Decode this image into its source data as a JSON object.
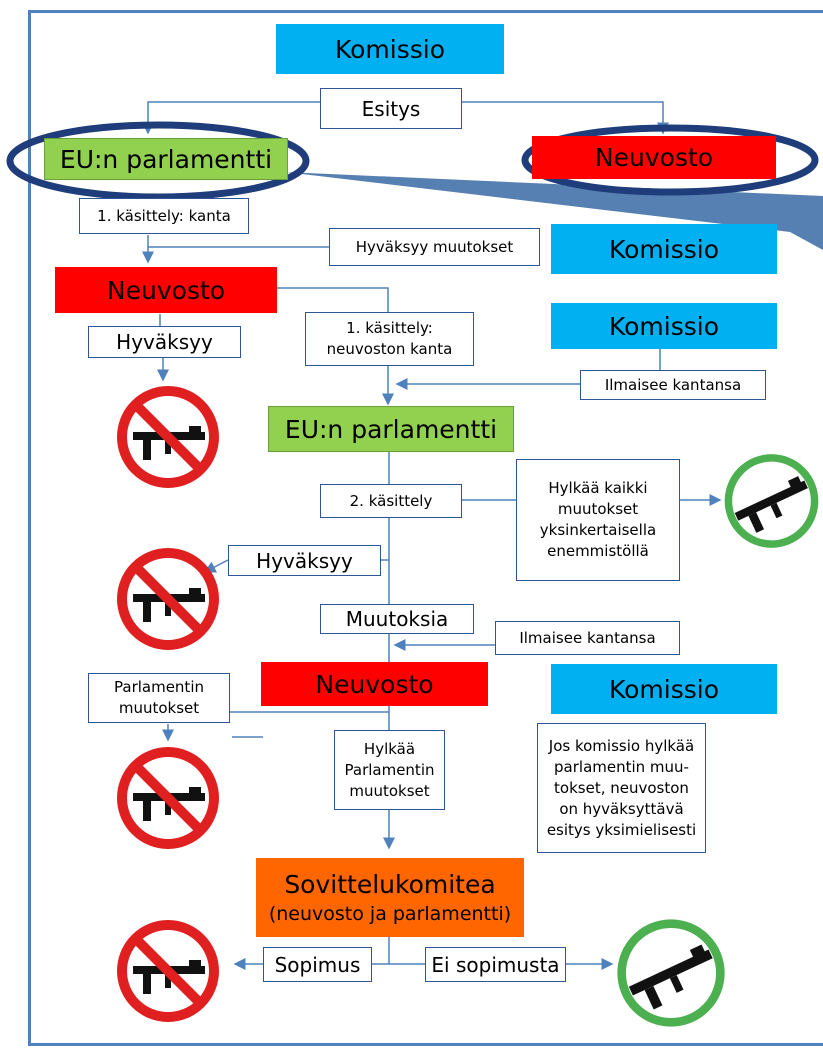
{
  "nodes": {
    "komissio_top": "Komissio",
    "esitys": "Esitys",
    "parliament_1": "EU:n parlamentti",
    "neuvosto_top": "Neuvosto",
    "kasittely_kanta": "1. käsittely: kanta",
    "hyvaksyy_muutokset": "Hyväksyy muutokset",
    "komissio_2": "Komissio",
    "neuvosto_2": "Neuvosto",
    "hyvaksyy_1": "Hyväksyy",
    "kasittely_neuvosto_l1": "1. käsittely:",
    "kasittely_neuvosto_l2": "neuvoston kanta",
    "komissio_3": "Komissio",
    "ilmaisee_1": "Ilmaisee kantansa",
    "parliament_2": "EU:n parlamentti",
    "kasittely_2": "2. käsittely",
    "hylkaa_kaikki_l1": "Hylkää kaikki",
    "hylkaa_kaikki_l2": "muutokset",
    "hylkaa_kaikki_l3": "yksinkertaisella",
    "hylkaa_kaikki_l4": "enemmistöllä",
    "hyvaksyy_2": "Hyväksyy",
    "muutoksia": "Muutoksia",
    "ilmaisee_2": "Ilmaisee kantansa",
    "parlamentin_muutokset_l1": "Parlamentin",
    "parlamentin_muutokset_l2": "muutokset",
    "neuvosto_3": "Neuvosto",
    "komissio_4": "Komissio",
    "hylkaa_parl_l1": "Hylkää",
    "hylkaa_parl_l2": "Parlamentin",
    "hylkaa_parl_l3": "muutokset",
    "jos_komissio_l1": "Jos komissio hylkää",
    "jos_komissio_l2": "parlamentin muu-",
    "jos_komissio_l3": "tokset, neuvoston",
    "jos_komissio_l4": "on hyväksyttävä",
    "jos_komissio_l5": "esitys yksimielisesti",
    "sovittelukomitea_l1": "Sovittelukomitea",
    "sovittelukomitea_l2": "(neuvosto ja parlamentti)",
    "sopimus": "Sopimus",
    "ei_sopimusta": "Ei sopimusta"
  },
  "colors": {
    "commission": "#00b0f0",
    "council": "#ff0000",
    "parliament": "#92d050",
    "conciliation": "#ff6600",
    "border": "#2f5597",
    "ban": "#e02020",
    "allow": "#4caf50"
  },
  "icons": {
    "banned": "no-rifle-icon",
    "allowed": "rifle-allowed-icon"
  }
}
